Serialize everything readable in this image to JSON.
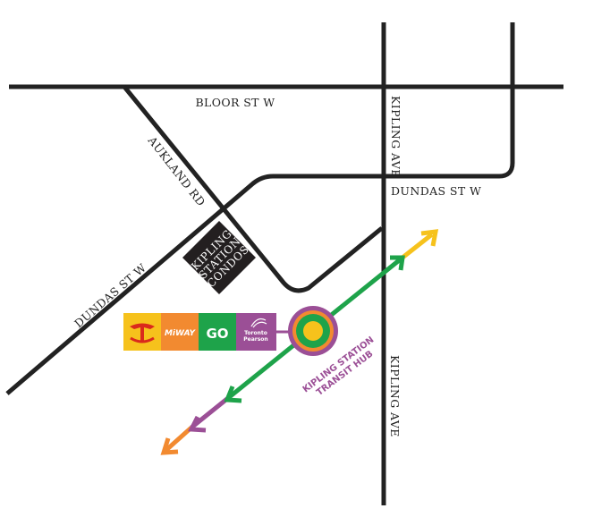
{
  "streets": {
    "bloor": "BLOOR ST W",
    "kipling_top": "KIPLING AVE",
    "kipling_bottom": "KIPLING AVE",
    "dundas_right": "DUNDAS ST W",
    "dundas_left": "DUNDAS ST W",
    "aukland": "AUKLAND RD"
  },
  "condo": {
    "line1": "KIPLING",
    "line2": "STATION",
    "line3": "CONDOS",
    "color": "#231f20"
  },
  "hub": {
    "line1": "KIPLING STATION",
    "line2": "TRANSIT HUB",
    "color": "#9b4f96"
  },
  "transit_badges": [
    {
      "name": "ttc",
      "icon": "ttc-logo-icon",
      "color": "#f6c21c"
    },
    {
      "name": "miway",
      "icon": "miway-logo-icon",
      "color": "#f28a30",
      "text": "MiWAY"
    },
    {
      "name": "go",
      "icon": "go-logo-icon",
      "color": "#1ea34a",
      "text": "GO"
    },
    {
      "name": "pearson",
      "icon": "pearson-logo-icon",
      "color": "#9b4f96",
      "text_line1": "Toronto",
      "text_line2": "Pearson"
    }
  ],
  "route_colors": {
    "yellow": "#f6c21c",
    "green": "#1ea34a",
    "purple": "#9b4f96",
    "orange": "#f28a30"
  }
}
